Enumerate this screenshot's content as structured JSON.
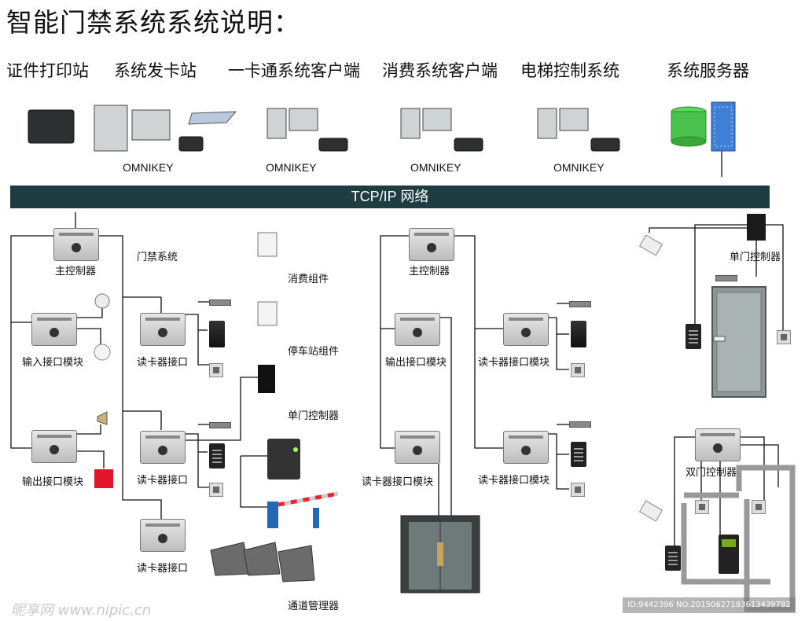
{
  "title": "智能门禁系统系统说明：",
  "categories": {
    "card_print": "证件打印站",
    "card_issue": "系统发卡站",
    "one_card_client": "一卡通系统客户端",
    "consume_client": "消费系统客户端",
    "elevator": "电梯控制系统",
    "server": "系统服务器"
  },
  "omnikey": "OMNIKEY",
  "network": "TCP/IP  网络",
  "labels": {
    "main_ctrl": "主控制器",
    "access_sys": "门禁系统",
    "consume_comp": "消费组件",
    "input_module": "输入接口模块",
    "reader_if": "读卡器接口",
    "parking_comp": "停车站组件",
    "single_door": "单门控制器",
    "output_module": "输出接口模块",
    "channel_mgr": "通道管理器",
    "output_if_module": "输出接口模块",
    "reader_if_module": "读卡器接口模块",
    "double_door": "双门控制器"
  },
  "watermark": {
    "left": "昵享网 www.nipic.cn",
    "right": "ID:9442396 NO:20150627193613439782"
  }
}
